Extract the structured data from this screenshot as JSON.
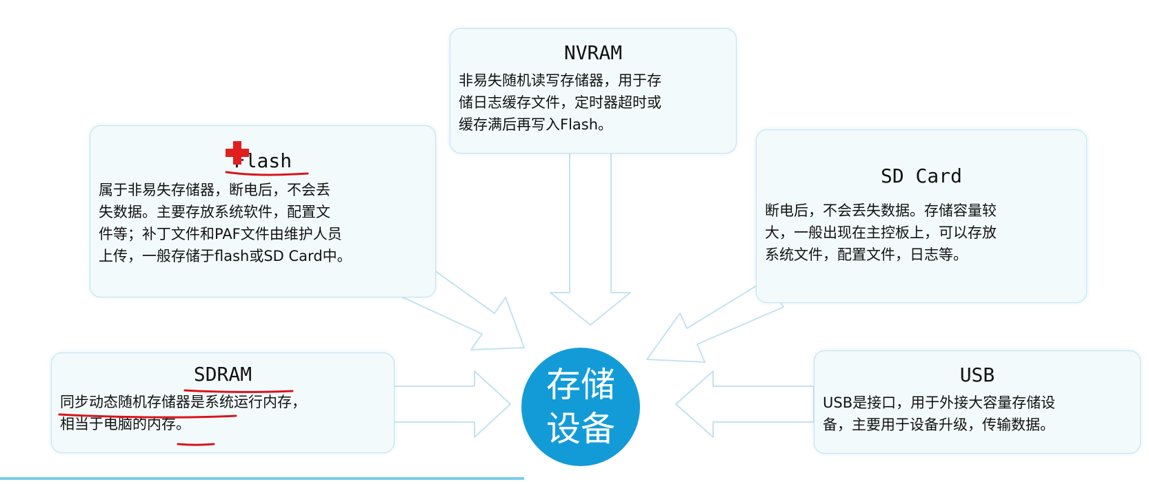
{
  "center": {
    "label": "存储\n设备",
    "color": "#139bd8"
  },
  "nodes": {
    "nvram": {
      "title": "NVRAM",
      "desc": [
        "非易失随机读写存储器，用于存",
        "储日志缓存文件，定时器超时或",
        "缓存满后再写入Flash。"
      ]
    },
    "flash": {
      "title": "Flash",
      "desc": [
        "属于非易失存储器，断电后，不会丢",
        "失数据。主要存放系统软件，配置文",
        "件等；补丁文件和PAF文件由维护人员",
        "上传，一般存储于flash或SD Card中。"
      ]
    },
    "sdcard": {
      "title": "SD Card",
      "desc": [
        "断电后，不会丢失数据。存储容量较",
        "大，一般出现在主控板上，可以存放",
        "系统文件，配置文件，日志等。"
      ]
    },
    "sdram": {
      "title": "SDRAM",
      "desc": [
        "同步动态随机存储器是系统运行内存，",
        "相当于电脑的内存。"
      ]
    },
    "usb": {
      "title": "USB",
      "desc": [
        "USB是接口，用于外接大容量存储设",
        "备，主要用于设备升级，传输数据。"
      ]
    }
  },
  "colors": {
    "box_fill": "#f3fafc",
    "box_border": "#c4e2ee",
    "arrow_stroke": "#c2e3ef",
    "annotation": "#d9141b",
    "marker": "#e21f1f"
  }
}
